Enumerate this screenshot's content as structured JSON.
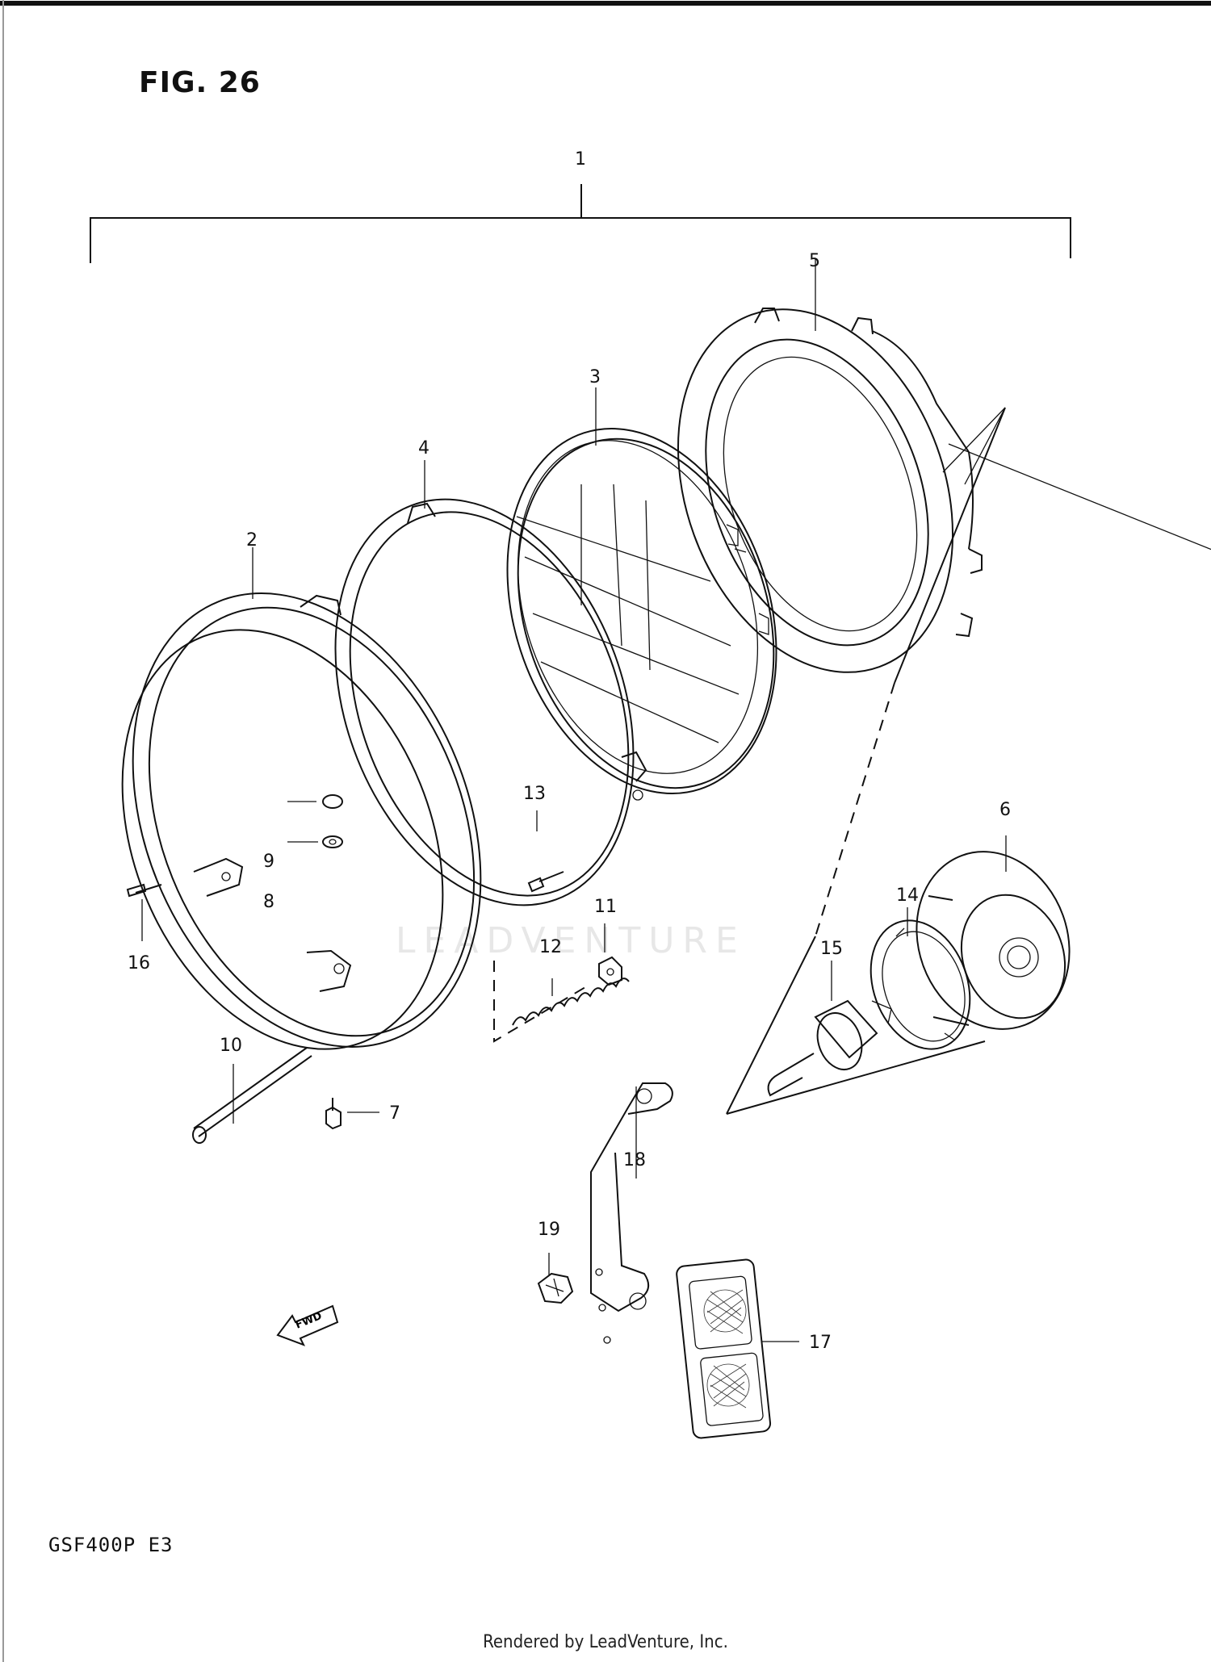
{
  "figure": {
    "title": "FIG. 26",
    "model_code": "GSF400P  E3",
    "watermark": "LEADVENTURE",
    "footer": "Rendered by LeadVenture, Inc.",
    "fwd_label": "FWD"
  },
  "callouts": [
    {
      "number": "1",
      "part": "headlight-assembly"
    },
    {
      "number": "2",
      "part": "rim-ring"
    },
    {
      "number": "3",
      "part": "headlight-unit-lens"
    },
    {
      "number": "4",
      "part": "inner-ring"
    },
    {
      "number": "5",
      "part": "housing-ring"
    },
    {
      "number": "6",
      "part": "bulb-socket-cover"
    },
    {
      "number": "7",
      "part": "screw"
    },
    {
      "number": "8",
      "part": "washer"
    },
    {
      "number": "9",
      "part": "nut"
    },
    {
      "number": "10",
      "part": "adjusting-screw"
    },
    {
      "number": "11",
      "part": "spring-nut"
    },
    {
      "number": "12",
      "part": "spring"
    },
    {
      "number": "13",
      "part": "screw"
    },
    {
      "number": "14",
      "part": "bulb-holder"
    },
    {
      "number": "15",
      "part": "bulb"
    },
    {
      "number": "16",
      "part": "screw"
    },
    {
      "number": "17",
      "part": "reflector"
    },
    {
      "number": "18",
      "part": "bracket"
    },
    {
      "number": "19",
      "part": "nut"
    }
  ]
}
